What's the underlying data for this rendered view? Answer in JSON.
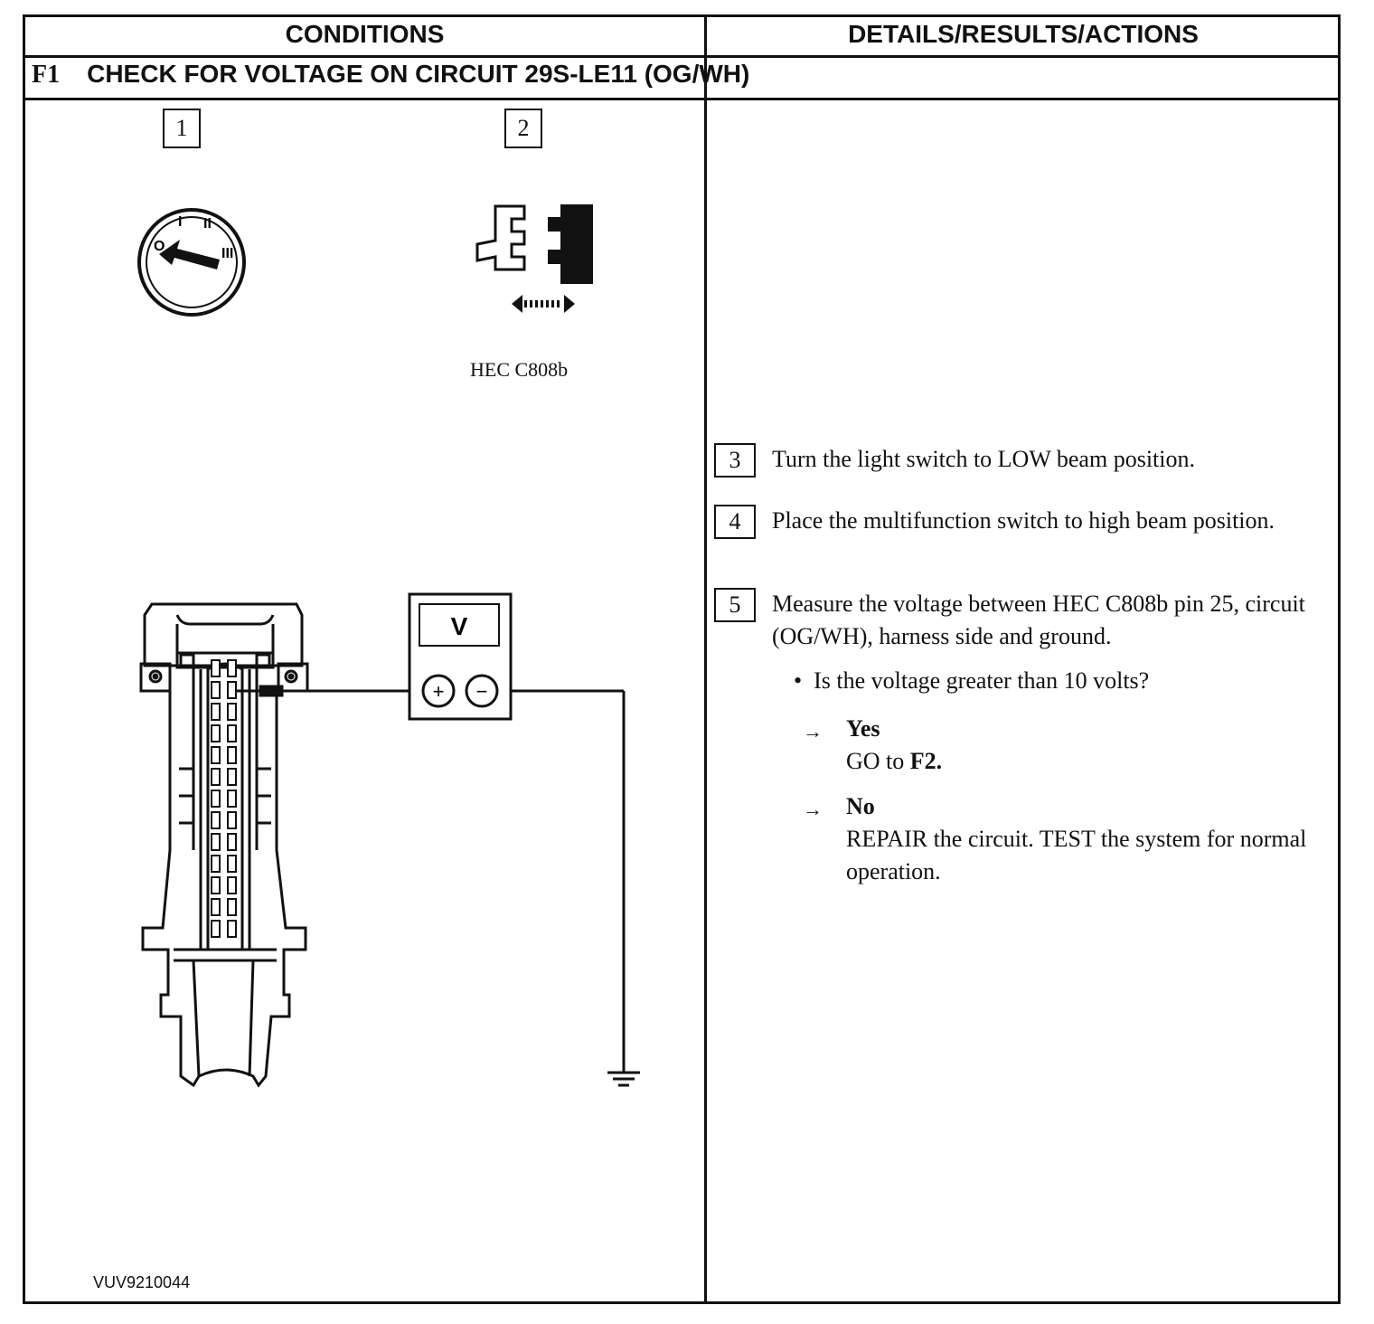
{
  "header": {
    "conditions": "CONDITIONS",
    "details": "DETAILS/RESULTS/ACTIONS"
  },
  "section": {
    "id": "F1",
    "title": "CHECK FOR VOLTAGE ON CIRCUIT 29S-LE11 (OG/WH)"
  },
  "figure": {
    "step1": "1",
    "step2": "2",
    "connector_label": "HEC C808b",
    "ignition_marks": [
      "O",
      "I",
      "II",
      "III"
    ],
    "meter_label": "V",
    "meter_plus": "+",
    "meter_minus": "−",
    "code": "VUV9210044"
  },
  "steps": [
    {
      "num": "3",
      "text": "Turn the light switch to LOW beam position."
    },
    {
      "num": "4",
      "text": "Place the multifunction switch to high beam position."
    },
    {
      "num": "5",
      "text": "Measure the voltage between HEC C808b pin 25, circuit (OG/WH), harness side and ground."
    }
  ],
  "question": "Is the voltage greater than 10 volts?",
  "results": {
    "yes_label": "Yes",
    "yes_action_prefix": "GO to",
    "yes_action_target": "F2.",
    "no_label": "No",
    "no_action": "REPAIR the circuit. TEST the system for normal operation."
  }
}
